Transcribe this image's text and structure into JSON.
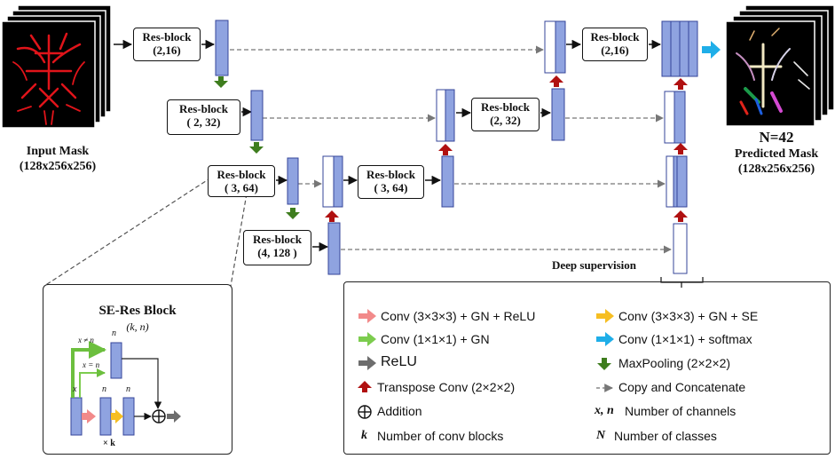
{
  "blocks": {
    "rb1": {
      "title": "Res-block",
      "params": "(2,16)"
    },
    "rb2": {
      "title": "Res-block",
      "params": "( 2, 32)"
    },
    "rb3": {
      "title": "Res-block",
      "params": "( 3, 64)"
    },
    "rb4": {
      "title": "Res-block",
      "params": "(4, 128 )"
    },
    "rb5": {
      "title": "Res-block",
      "params": "( 3, 64)"
    },
    "rb6": {
      "title": "Res-block",
      "params": "(2, 32)"
    },
    "rb7": {
      "title": "Res-block",
      "params": "(2,16)"
    }
  },
  "input_caption": {
    "line1": "Input Mask",
    "line2": "(128x256x256)"
  },
  "output_caption": {
    "n": "N=42",
    "line1": "Predicted Mask",
    "line2": "(128x256x256)"
  },
  "deep_supervision": "Deep supervision",
  "se_block": {
    "title": "SE-Res Block",
    "subtitle": "(k, n)",
    "x_neq_n": "x ≠ n",
    "x_eq_n": "x = n",
    "n_top": "n",
    "x_label": "x",
    "n1": "n",
    "n2": "n",
    "times_k": "× k"
  },
  "legend": {
    "items": [
      {
        "text": "Conv (3×3×3) + GN + ReLU",
        "color": "#f28a8a",
        "icon": "pink-arrow-icon"
      },
      {
        "text": "Conv (3×3×3) + GN + SE",
        "color": "#f6be22",
        "icon": "yellow-arrow-icon"
      },
      {
        "text": "Conv (1×1×1) + GN",
        "color": "#7ccc4e",
        "icon": "green-arrow-icon"
      },
      {
        "text": "Conv (1×1×1) + softmax",
        "color": "#1faee8",
        "icon": "blue-arrow-icon"
      },
      {
        "text": "ReLU",
        "color": "#6d6d6d",
        "icon": "gray-arrow-icon"
      },
      {
        "text": "MaxPooling (2×2×2)",
        "color": "#3e7d1e",
        "icon": "down-arrow-icon"
      },
      {
        "text": "Transpose Conv (2×2×2)",
        "color": "#b01010",
        "icon": "up-arrow-icon"
      },
      {
        "text": "Copy and Concatenate",
        "color": "#888888",
        "icon": "dashed-arrow-icon"
      },
      {
        "text": "Addition",
        "icon": "circle-plus-icon"
      },
      {
        "text": "Number of channels",
        "symbol": "x, n"
      },
      {
        "text": "Number of conv blocks",
        "symbol": "k"
      },
      {
        "text": "Number of classes",
        "symbol": "N"
      }
    ]
  },
  "colors": {
    "feature_map": "#8fa3e0",
    "feature_border": "#34449a"
  }
}
